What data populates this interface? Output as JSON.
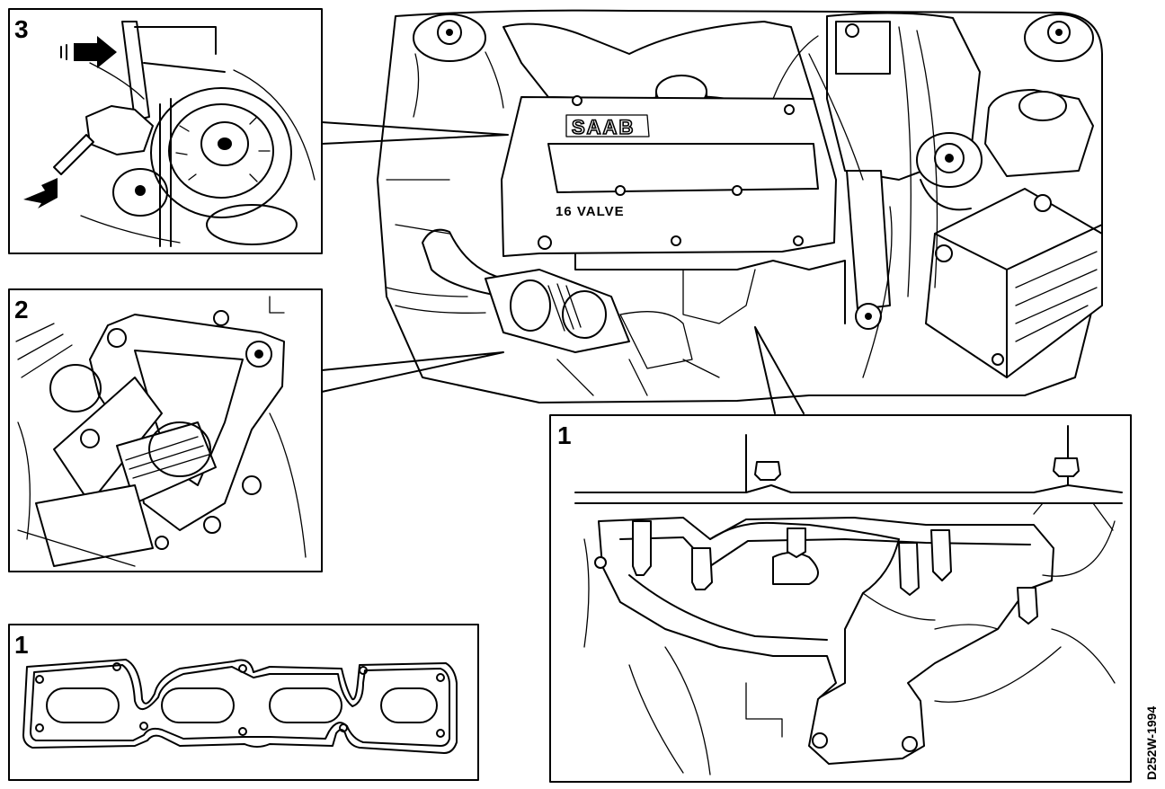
{
  "figure": {
    "engine_brand": "SAAB",
    "engine_marking": "16 VALVE",
    "drawing_code": "D252W-1994"
  },
  "insets": {
    "inset_3": {
      "label": "3"
    },
    "inset_2": {
      "label": "2"
    },
    "inset_1_manifold": {
      "label": "1"
    },
    "inset_1_gasket": {
      "label": "1"
    }
  },
  "colors": {
    "ink": "#000000",
    "paper": "#ffffff"
  }
}
